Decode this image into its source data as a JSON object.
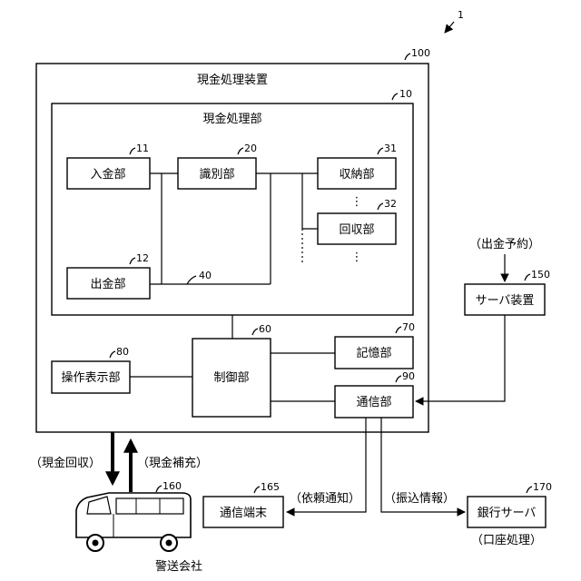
{
  "system_ref": "1",
  "apparatus": {
    "ref": "100",
    "label": "現金処理装置"
  },
  "processing_unit": {
    "ref": "10",
    "label": "現金処理部"
  },
  "deposit_unit": {
    "ref": "11",
    "label": "入金部"
  },
  "dispense_unit": {
    "ref": "12",
    "label": "出金部"
  },
  "recognition_unit": {
    "ref": "20",
    "label": "識別部"
  },
  "transport_ref": "40",
  "storage_unit": {
    "ref": "31",
    "label": "収納部"
  },
  "collection_unit": {
    "ref": "32",
    "label": "回収部"
  },
  "ellipsis": "⋮",
  "control_unit": {
    "ref": "60",
    "label": "制御部"
  },
  "memory_unit": {
    "ref": "70",
    "label": "記憶部"
  },
  "display_unit": {
    "ref": "80",
    "label": "操作表示部"
  },
  "comm_unit": {
    "ref": "90",
    "label": "通信部"
  },
  "server": {
    "ref": "150",
    "label": "サーバ装置"
  },
  "reservation_label": "（出金予約）",
  "security_company": {
    "ref": "160",
    "label": "警送会社"
  },
  "terminal": {
    "ref": "165",
    "label": "通信端末"
  },
  "bank_server": {
    "ref": "170",
    "label": "銀行サーバ"
  },
  "account_label": "（口座処理）",
  "cash_collect_label": "（現金回収）",
  "cash_replenish_label": "（現金補充）",
  "request_label": "（依頼通知）",
  "transfer_label": "（振込情報）"
}
